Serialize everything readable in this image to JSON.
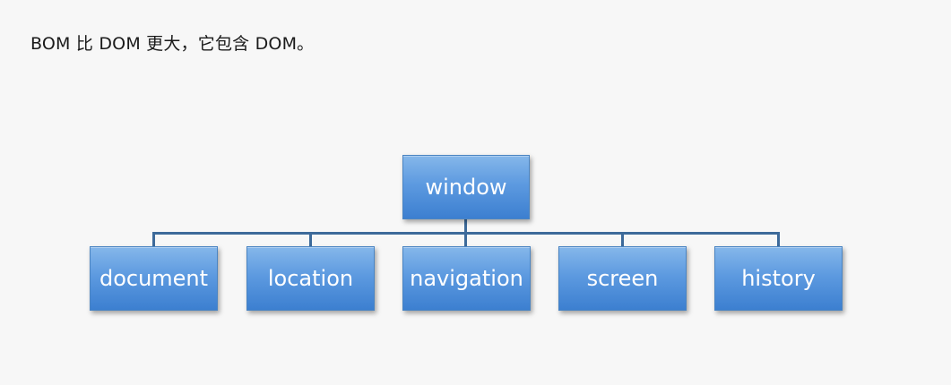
{
  "heading": "BOM 比 DOM 更大，它包含 DOM。",
  "diagram": {
    "root": "window",
    "children": [
      "document",
      "location",
      "navigation",
      "screen",
      "history"
    ]
  },
  "colors": {
    "box_top": "#85b7ea",
    "box_bottom": "#3c7fd0",
    "connector": "#3d6a9a",
    "background": "#f7f7f7"
  }
}
